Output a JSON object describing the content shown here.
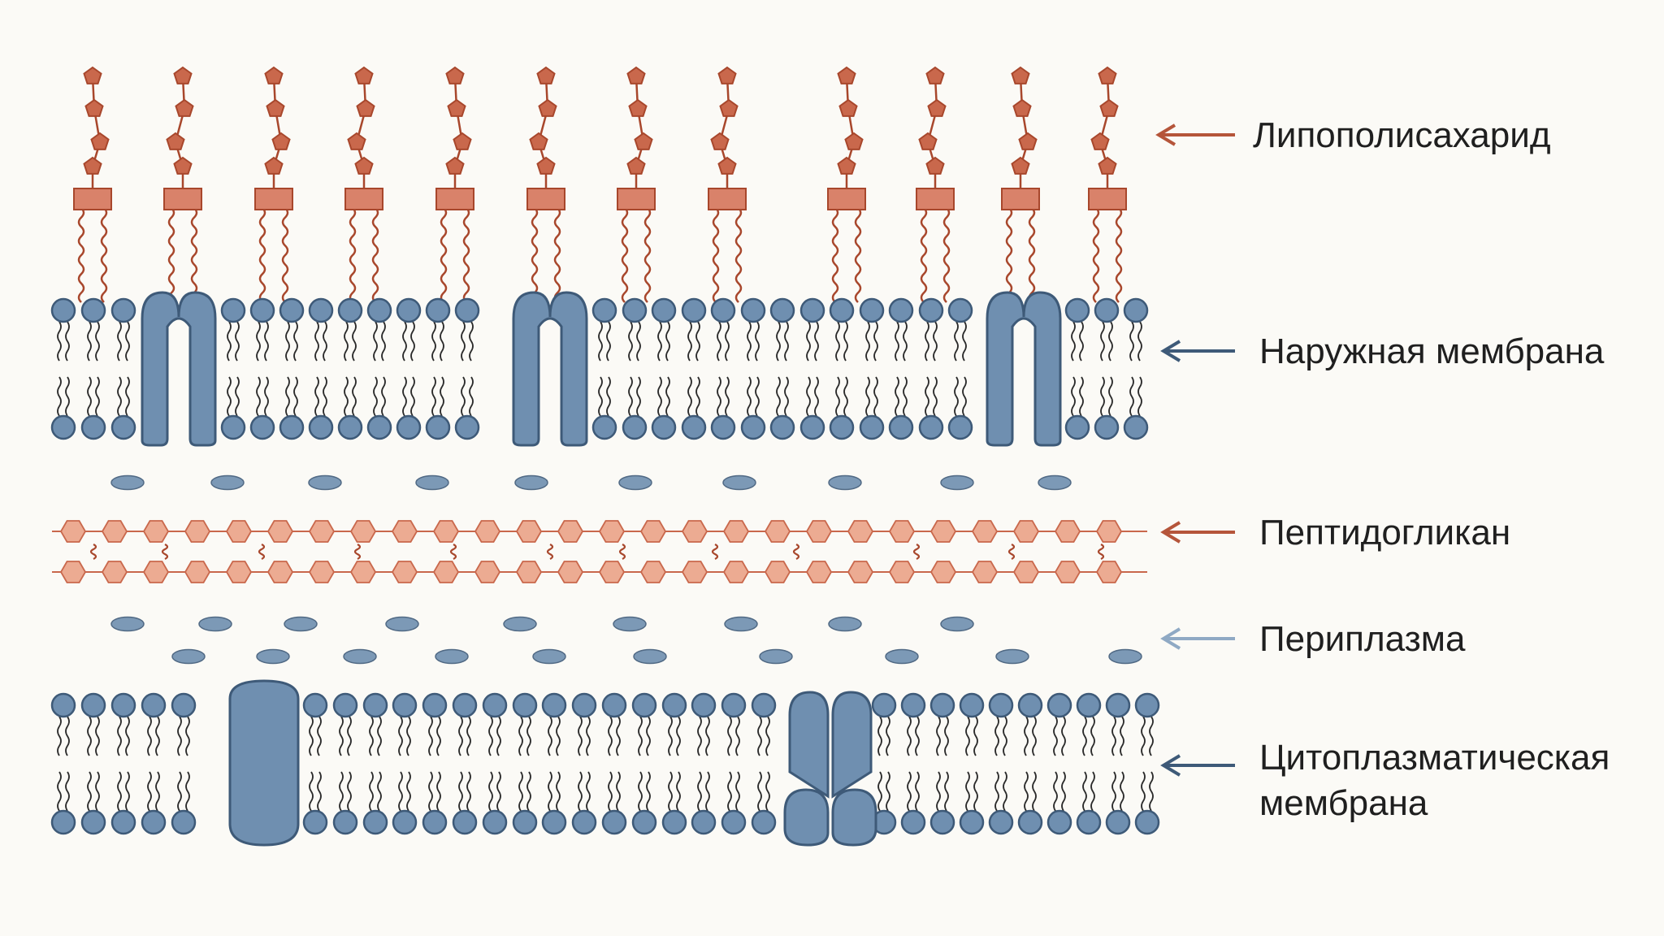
{
  "labels": {
    "lps": "Липополисахарид",
    "outer": "Наружная мембрана",
    "peptidoglycan": "Пептидогликан",
    "periplasm": "Периплазма",
    "cyto_line1": "Цитоплазматическая",
    "cyto_line2": "мембрана"
  },
  "colors": {
    "background": "#fbfaf6",
    "membrane_blue": "#6f8fb0",
    "membrane_stroke": "#3e5a78",
    "protein_blue": "#6f8fb0",
    "lps_red": "#c9684c",
    "lps_stroke": "#a8472c",
    "peptidoglycan": "#ecab92",
    "peptidoglycan_stroke": "#c9684c",
    "arrow_red": "#b5553a",
    "arrow_dark": "#3e5a78",
    "arrow_light": "#8fa9c4"
  },
  "icons": {
    "lps": "lipopolysaccharide-chain-icon",
    "membrane": "phospholipid-bilayer-icon",
    "protein": "membrane-protein-icon",
    "periplasm": "periplasmic-protein-icon"
  }
}
